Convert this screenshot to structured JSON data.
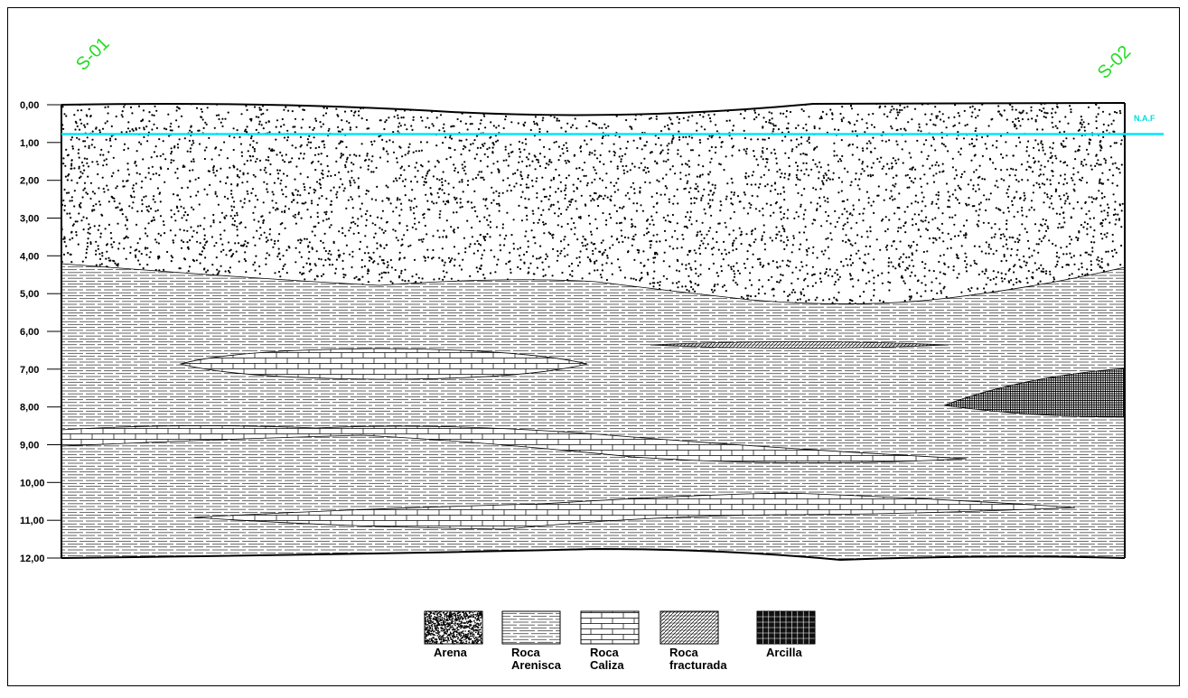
{
  "boreholes": {
    "left": "S-01",
    "right": "S-02"
  },
  "depth_labels": [
    "0,00",
    "1,00",
    "2,00",
    "3,00",
    "4,00",
    "5,00",
    "6,00",
    "7,00",
    "8,00",
    "9,00",
    "10,00",
    "11,00",
    "12,00"
  ],
  "water_table": {
    "label": "N.A.F",
    "color": "#00e5ff"
  },
  "legend": [
    {
      "pattern": "arena",
      "lines": [
        "Arena"
      ]
    },
    {
      "pattern": "arenisca",
      "lines": [
        "Roca",
        "Arenisca"
      ]
    },
    {
      "pattern": "caliza",
      "lines": [
        "Roca",
        "Caliza"
      ]
    },
    {
      "pattern": "fracturada",
      "lines": [
        "Roca",
        "fracturada"
      ]
    },
    {
      "pattern": "arcilla",
      "lines": [
        "Arcilla"
      ]
    }
  ],
  "colors": {
    "borehole": "#22dd22",
    "ink": "#000000"
  }
}
